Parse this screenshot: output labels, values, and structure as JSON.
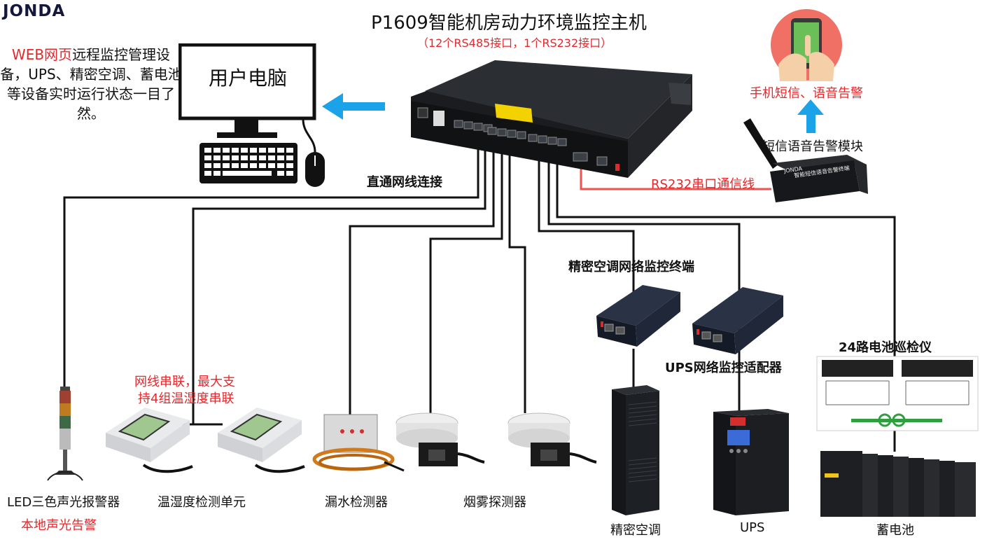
{
  "brand": {
    "logo_text": "JONDA"
  },
  "header": {
    "title": "P1609智能机房动力环境监控主机",
    "subtitle": "（12个RS485接口，1个RS232接口）"
  },
  "left_description": {
    "highlight": "WEB网页",
    "rest": "远程监控管理设备，UPS、精密空调、蓄电池等设备实时运行状态一目了然。"
  },
  "pc": {
    "label": "用户电脑"
  },
  "connections": {
    "ethernet_label": "直通网线连接",
    "rs232_label": "RS232串口通信线"
  },
  "sms": {
    "phone_label": "手机短信、语音告警",
    "module_label": "短信语音告警模块",
    "module_brand": "JONDA",
    "module_text": "智能短信语音告警终端"
  },
  "bottom_devices": [
    {
      "id": "alarm",
      "label": "LED三色声光报警器",
      "sublabel": "本地声光告警"
    },
    {
      "id": "th",
      "label": "温湿度检测单元"
    },
    {
      "id": "leak",
      "label": "漏水检测器"
    },
    {
      "id": "smoke",
      "label": "烟雾探测器"
    },
    {
      "id": "ac",
      "label": "精密空调"
    },
    {
      "id": "ups",
      "label": "UPS"
    },
    {
      "id": "battery",
      "label": "蓄电池"
    }
  ],
  "notes": {
    "th_chain_line1": "网线串联，最大支",
    "th_chain_line2": "持4组温湿度串联"
  },
  "terminals": {
    "ac_terminal_label": "精密空调网络监控终端",
    "ups_adapter_label": "UPS网络监控适配器",
    "battery_inspector_label": "24路电池巡检仪"
  },
  "colors": {
    "accent_red": "#e8272b",
    "arrow_blue": "#1aa3e8",
    "wire": "#111111",
    "rs232_wire": "#ef5350"
  }
}
